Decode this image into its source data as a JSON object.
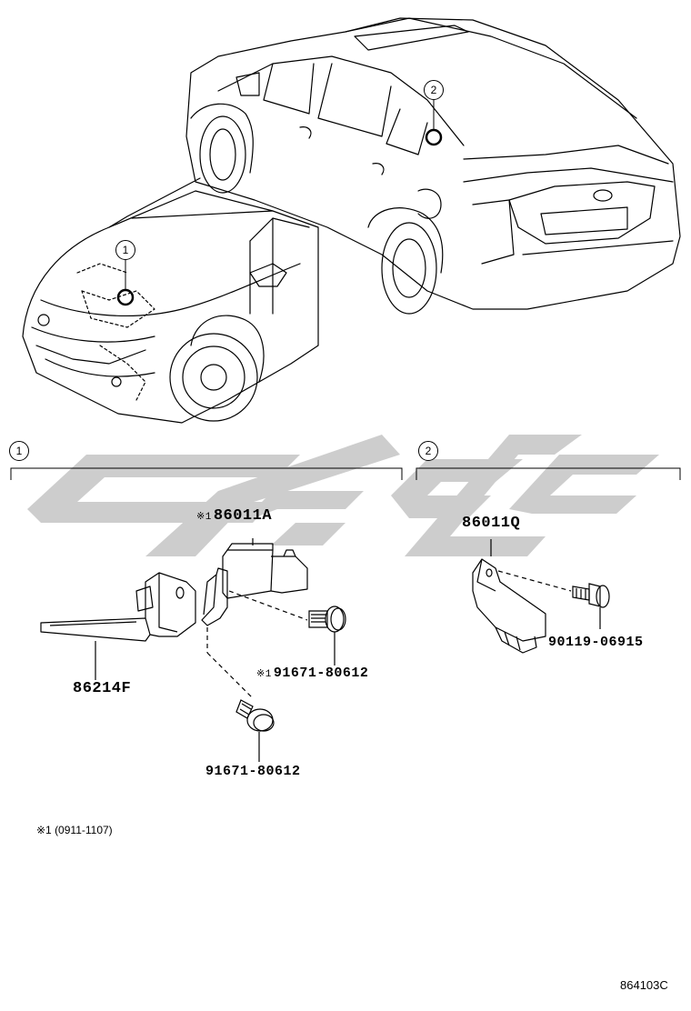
{
  "colors": {
    "line": "#000000",
    "watermark": "#c8c8c8",
    "background": "#ffffff"
  },
  "callouts": {
    "c1": "1",
    "c2": "2"
  },
  "sections": [
    {
      "number": "1"
    },
    {
      "number": "2"
    }
  ],
  "parts": {
    "sensor_a": {
      "mark": "※1",
      "number": "86011A"
    },
    "sensor_q": {
      "number": "86011Q"
    },
    "bracket": {
      "number": "86214F"
    },
    "bolt_a": {
      "mark": "※1",
      "number": "91671-80612"
    },
    "bolt_b": {
      "number": "91671-80612"
    },
    "bolt_c": {
      "number": "90119-06915"
    }
  },
  "footnote": "※1 (0911-1107)",
  "diagram_code": "864103C",
  "watermark": {
    "icon": "brand-logo-watermark"
  }
}
